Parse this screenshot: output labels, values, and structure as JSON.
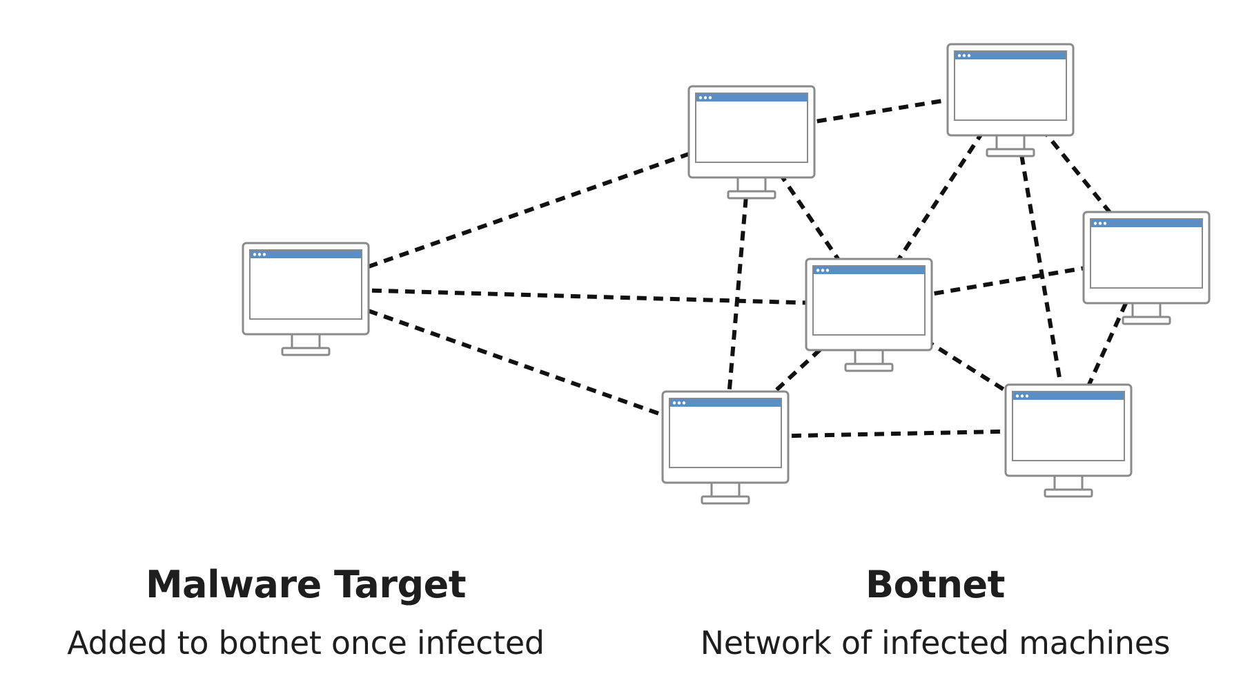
{
  "diagram": {
    "nodes": [
      {
        "id": "target",
        "name": "malware-target-computer"
      },
      {
        "id": "bot1",
        "name": "botnet-computer-top-center"
      },
      {
        "id": "bot2",
        "name": "botnet-computer-top-right"
      },
      {
        "id": "bot3",
        "name": "botnet-computer-center"
      },
      {
        "id": "bot4",
        "name": "botnet-computer-right"
      },
      {
        "id": "bot5",
        "name": "botnet-computer-bottom-center"
      },
      {
        "id": "bot6",
        "name": "botnet-computer-bottom-right"
      }
    ],
    "edges": [
      [
        "target",
        "bot1"
      ],
      [
        "target",
        "bot3"
      ],
      [
        "target",
        "bot5"
      ],
      [
        "bot1",
        "bot2"
      ],
      [
        "bot1",
        "bot3"
      ],
      [
        "bot1",
        "bot5"
      ],
      [
        "bot2",
        "bot3"
      ],
      [
        "bot2",
        "bot4"
      ],
      [
        "bot2",
        "bot6"
      ],
      [
        "bot3",
        "bot4"
      ],
      [
        "bot3",
        "bot5"
      ],
      [
        "bot3",
        "bot6"
      ],
      [
        "bot4",
        "bot6"
      ],
      [
        "bot5",
        "bot6"
      ]
    ],
    "colors": {
      "line": "#111111",
      "monitor_outline": "#8a8a8a",
      "monitor_bg": "#ffffff",
      "titlebar": "#5b8fc4",
      "titlebar_dots": "#ffffff"
    }
  },
  "captions": {
    "left": {
      "title": "Malware Target",
      "subtitle": "Added to botnet once infected"
    },
    "right": {
      "title": "Botnet",
      "subtitle": "Network of infected machines"
    }
  }
}
